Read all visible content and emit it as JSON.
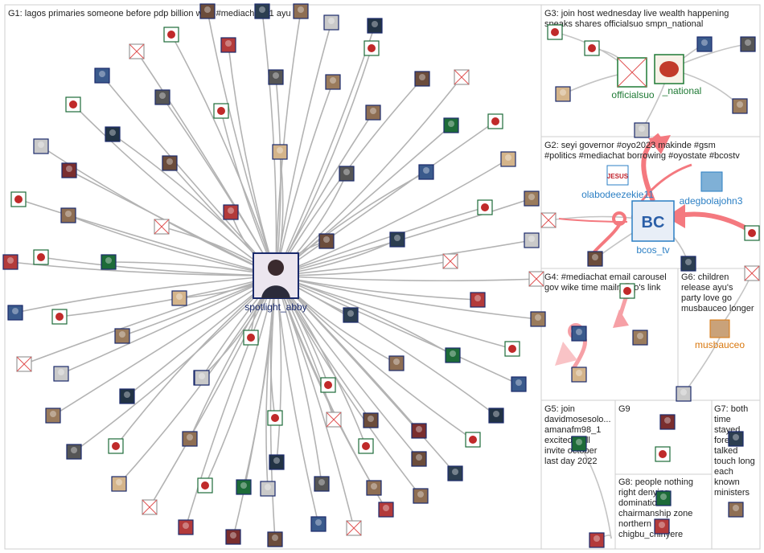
{
  "groups": [
    {
      "id": "G1",
      "label_lines": [
        "G1: lagos primaries someone before pdp billion wike #mediachat n1 ayu"
      ]
    },
    {
      "id": "G3",
      "label_lines": [
        "G3: join host wednesday live wealth happening",
        "speaks shares officialsuo smpn_national"
      ]
    },
    {
      "id": "G2",
      "label_lines": [
        "G2: seyi governor #oyo2023 makinde #gsm",
        "#politics #mediachat borrowing #oyostate #bcostv"
      ]
    },
    {
      "id": "G4",
      "label_lines": [
        "G4: #mediachat email carousel",
        "gov wike time mailmodo's link"
      ]
    },
    {
      "id": "G6",
      "label_lines": [
        "G6: children",
        "release ayu's",
        "party love go",
        "musbauceo longer"
      ]
    },
    {
      "id": "G5",
      "label_lines": [
        "G5: join",
        "davidmosesolo...",
        "amanafm98_1",
        "excited well",
        "invite october",
        "last day 2022"
      ]
    },
    {
      "id": "G9",
      "label_lines": [
        "G9"
      ]
    },
    {
      "id": "G7",
      "label_lines": [
        "G7: both",
        "time",
        "stayed",
        "foreign",
        "talked",
        "touch long",
        "each",
        "known",
        "ministers"
      ]
    },
    {
      "id": "G8",
      "label_lines": [
        "G8: people nothing",
        "right denying",
        "domination",
        "chairmanship zone",
        "northern",
        "chigbu_chinyere"
      ]
    }
  ],
  "named_nodes": {
    "spotlight_abby": "spotlight_abby",
    "officialsuo": "officialsuo",
    "smpn_national": "_national",
    "olabodeezekie11": "olabodeezekie11",
    "adegbolajohn3": "adegbolajohn3",
    "bcos_tv": "bcos_tv",
    "musbauceo": "musbauceo",
    "jesus_badge": "JESUS",
    "bcos_logo": "BC"
  },
  "colors": {
    "edge_gray": "#b3b3b3",
    "edge_red": "#f4797f",
    "label_navy": "#1a2a6c",
    "label_green": "#1f7a35",
    "label_blue": "#2b7fc4",
    "label_orange": "#d9780f"
  }
}
